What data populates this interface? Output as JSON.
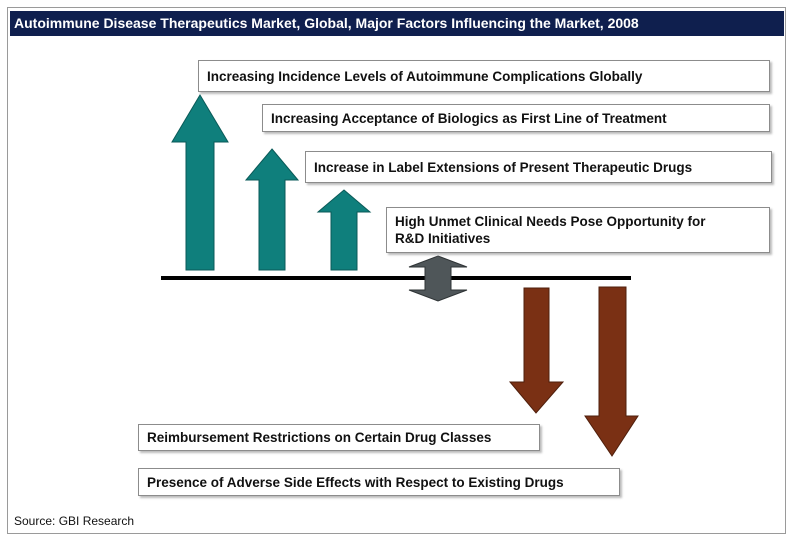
{
  "title": "Autoimmune Disease Therapeutics Market, Global, Major Factors Influencing the Market, 2008",
  "drivers": [
    "Increasing Incidence Levels of Autoimmune Complications Globally",
    "Increasing Acceptance of Biologics as First Line of Treatment",
    "Increase in Label Extensions of Present Therapeutic Drugs"
  ],
  "neutral": "High Unmet Clinical Needs Pose Opportunity for R&D Initiatives",
  "restraints": [
    "Reimbursement Restrictions on Certain Drug Classes",
    "Presence of Adverse Side Effects with Respect to Existing Drugs"
  ],
  "source": "Source: GBI Research",
  "colors": {
    "title_bg": "#0f1f4e",
    "driver_arrow": "#0f7f7c",
    "restraint_arrow": "#7a3014",
    "neutral_arrow": "#4f5659"
  }
}
